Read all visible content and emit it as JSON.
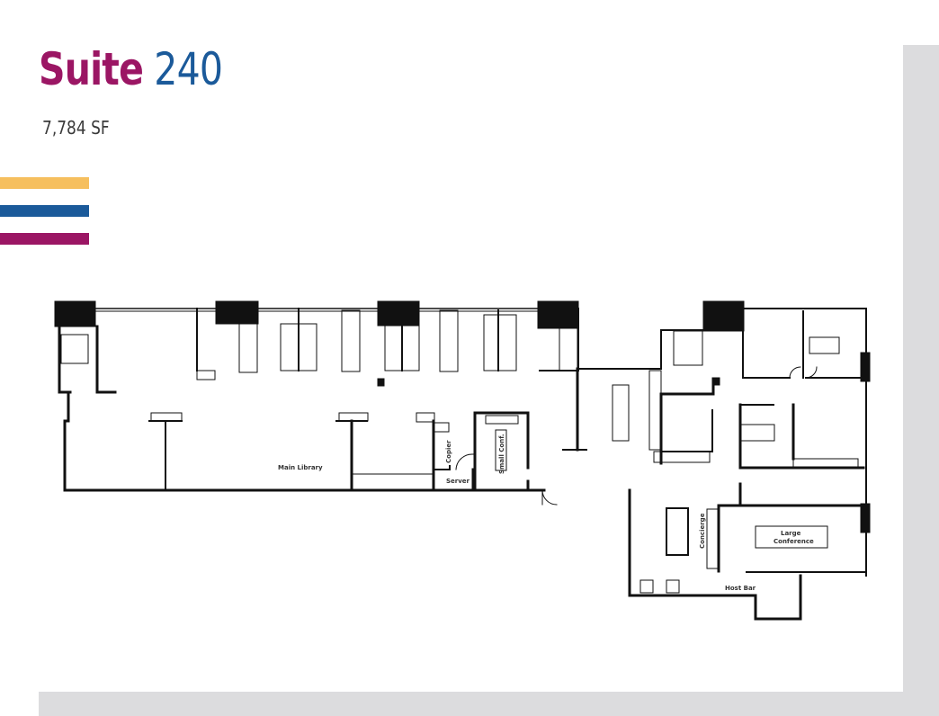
{
  "header": {
    "title_word1": "Suite",
    "title_word2": "240",
    "area": "7,784 SF"
  },
  "colors": {
    "suite_magenta": "#9b1664",
    "suite_blue": "#1b5a9a",
    "stripe_yellow": "#f6bf5e",
    "stripe_blue": "#1b5a9a",
    "stripe_magenta": "#9b1664",
    "panel_gray": "#dcdcde"
  },
  "floorplan": {
    "rooms": [
      {
        "name": "main-library",
        "label": "Main Library"
      },
      {
        "name": "copier",
        "label": "Copier"
      },
      {
        "name": "server",
        "label": "Server"
      },
      {
        "name": "small-conference",
        "label": "Small Conf."
      },
      {
        "name": "concierge",
        "label": "Concierge"
      },
      {
        "name": "large-conference",
        "label_line1": "Large",
        "label_line2": "Conference"
      },
      {
        "name": "host-bar",
        "label": "Host Bar"
      }
    ]
  }
}
